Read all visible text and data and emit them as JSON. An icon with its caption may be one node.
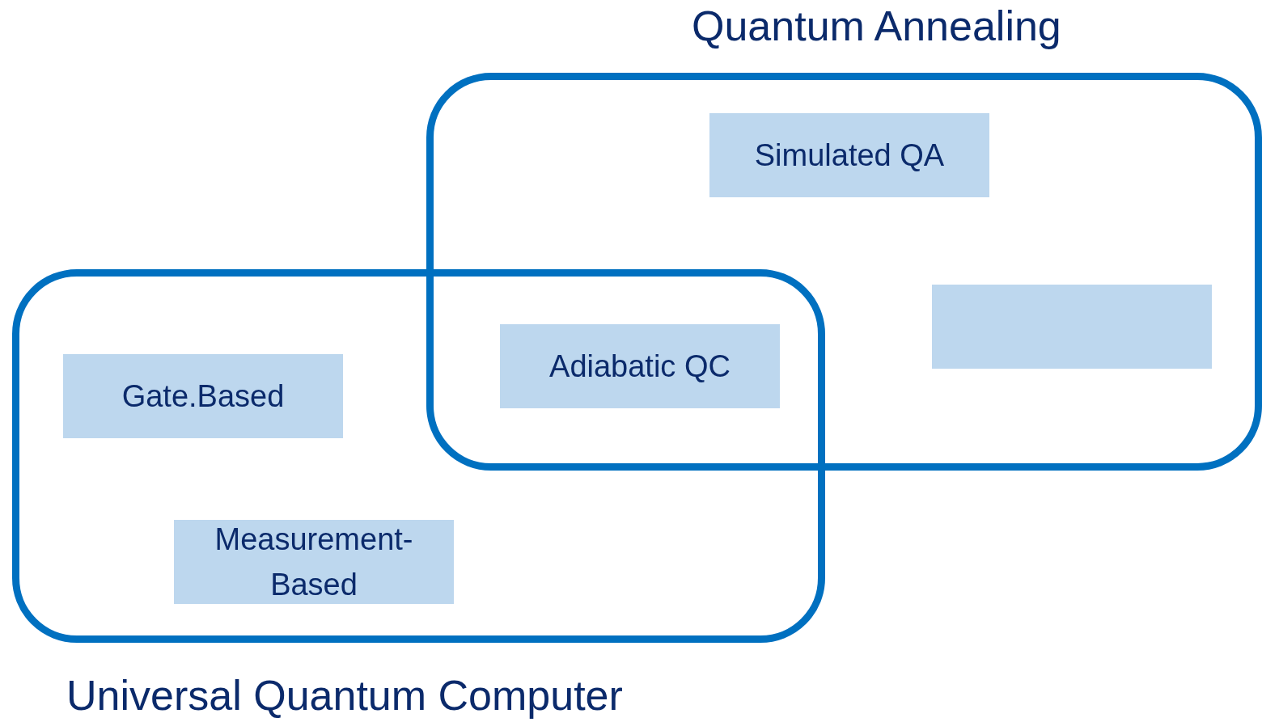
{
  "diagram": {
    "nodes": [
      {
        "text": [
          "Quantum Annealing"
        ]
      },
      {
        "text": [
          "Simulated QA"
        ],
        "in": 0
      },
      {
        "text": [],
        "shape": "box",
        "in": 0
      },
      {
        "text": [
          "Universal Quantum Computer"
        ]
      },
      {
        "text": [
          "Adiabatic QC"
        ]
      },
      {
        "text": [
          "Gate.Based"
        ],
        "in": 3
      },
      {
        "text": [
          "Measurement-Based"
        ],
        "in": 3
      }
    ]
  }
}
